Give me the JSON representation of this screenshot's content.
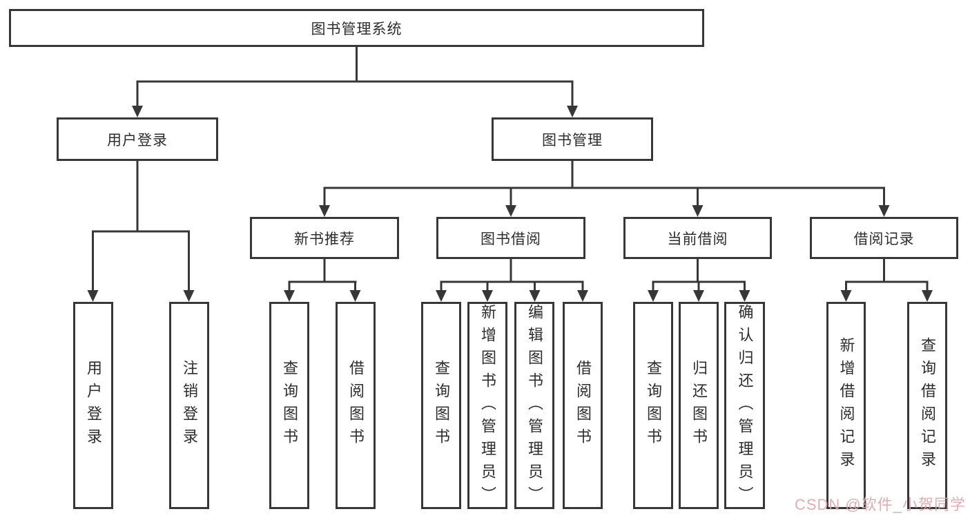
{
  "tree": {
    "root": {
      "label": "图书管理系统"
    },
    "branches": [
      {
        "label": "用户登录"
      },
      {
        "label": "图书管理"
      }
    ],
    "modules": [
      {
        "label": "新书推荐"
      },
      {
        "label": "图书借阅"
      },
      {
        "label": "当前借阅"
      },
      {
        "label": "借阅记录"
      }
    ],
    "leaves": {
      "user": [
        "用户登录",
        "注销登录"
      ],
      "recommend": [
        "查询图书",
        "借阅图书"
      ],
      "borrow": [
        "查询图书",
        "新增图书（管理员）",
        "编辑图书（管理员）",
        "借阅图书"
      ],
      "current": [
        "查询图书",
        "归还图书",
        "确认归还（管理员）"
      ],
      "record": [
        "新增借阅记录",
        "查询借阅记录"
      ]
    }
  },
  "watermark": {
    "text": "CSDN @软件_小贺同学",
    "color": "#dfa6ac"
  },
  "colors": {
    "line": "#373737",
    "box_border": "#373737",
    "text": "#2d2d2d",
    "background": "#ffffff"
  }
}
